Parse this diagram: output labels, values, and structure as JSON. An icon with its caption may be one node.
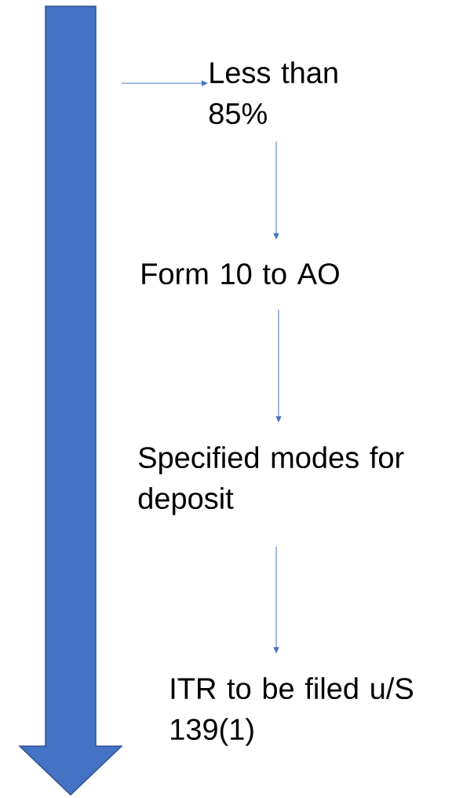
{
  "diagram": {
    "nodes": [
      {
        "text": [
          "Less than 85%"
        ]
      },
      {
        "text": [
          "Form 10 to AO"
        ]
      },
      {
        "text": [
          "Specified modes for deposit"
        ]
      },
      {
        "text": [
          "ITR to be filed u/S 139(1)"
        ]
      }
    ],
    "edges": [
      {
        "from": null,
        "to": 0,
        "arrow": "to"
      },
      {
        "from": 0,
        "to": 1,
        "arrow": "to"
      },
      {
        "from": 1,
        "to": 2,
        "arrow": "to"
      },
      {
        "from": 2,
        "to": 3,
        "arrow": "to"
      }
    ]
  }
}
